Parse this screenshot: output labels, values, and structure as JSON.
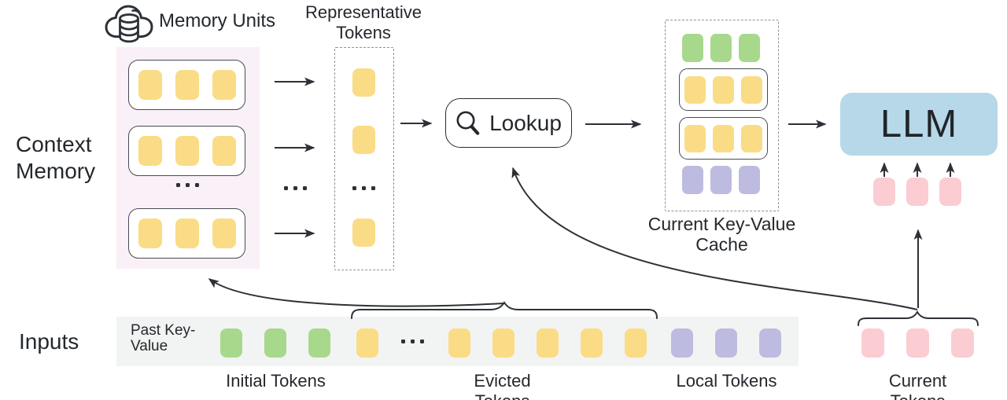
{
  "figure": {
    "context_memory_label": "Context Memory",
    "memory_units_label": "Memory Units",
    "representative_tokens_label": "Representative Tokens",
    "lookup_label": "Lookup",
    "current_kv_cache_label": "Current Key-Value Cache",
    "llm_label": "LLM",
    "inputs_label": "Inputs",
    "past_key_value_label": "Past Key-Value",
    "token_group_labels": {
      "initial": "Initial Tokens",
      "evicted": "Evicted Tokens",
      "local": "Local Tokens",
      "current": "Current Tokens"
    },
    "ellipsis": "..."
  },
  "colors": {
    "yellow": "#FADC86",
    "green": "#A8D88C",
    "purple": "#BEBBE0",
    "pink": "#FBCDD2",
    "ink": "#2D3137",
    "llm_fill": "#B6D8E9",
    "memory_panel_bg": "#FAF0F7",
    "input_strip_bg": "#F2F4F3"
  },
  "groups": {
    "memory_unit_row": {
      "count": 3,
      "color": "yellow"
    },
    "representative_token": {
      "count": 1,
      "color": "yellow"
    },
    "cache_initial_row": {
      "count": 3,
      "color": "green"
    },
    "cache_unit_row": {
      "count": 3,
      "color": "yellow"
    },
    "cache_local_row": {
      "count": 3,
      "color": "purple"
    },
    "llm_current_inputs": {
      "count": 3,
      "color": "pink"
    },
    "input_initial": {
      "count": 3,
      "color": "green"
    },
    "input_evicted_head": {
      "count": 1,
      "color": "yellow"
    },
    "input_evicted_tail": {
      "count": 5,
      "color": "yellow"
    },
    "input_local": {
      "count": 3,
      "color": "purple"
    },
    "input_current": {
      "count": 3,
      "color": "pink"
    },
    "ellipsis_dots": {
      "count": 3,
      "color": "ink"
    }
  }
}
